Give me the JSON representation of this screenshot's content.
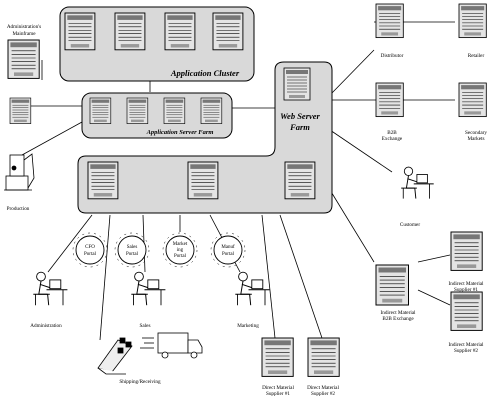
{
  "groups": {
    "app_cluster": "Application Cluster",
    "app_server_farm": "Application Server Farm",
    "web_server_farm_line1": "Web Server",
    "web_server_farm_line2": "Farm"
  },
  "nodes": {
    "admin_mainframe": [
      "Administration's",
      "Mainframe"
    ],
    "production": [
      "Production"
    ],
    "distributor": [
      "Distributor"
    ],
    "retailer": [
      "Retailer"
    ],
    "b2b_exchange": [
      "B2B",
      "Exchange"
    ],
    "secondary_markets": [
      "Secondary",
      "Markets"
    ],
    "customer": [
      "Customer"
    ],
    "indirect_supplier_1": [
      "Indirect Material",
      "Supplier #1"
    ],
    "indirect_b2b_exchange": [
      "Indirect Material",
      "B2B Exchange"
    ],
    "indirect_supplier_2": [
      "Indirect Material",
      "Supplier #2"
    ],
    "direct_supplier_1": [
      "Direct Material",
      "Supplier #1"
    ],
    "direct_supplier_2": [
      "Direct Material",
      "Supplier #2"
    ],
    "administration": [
      "Administration"
    ],
    "sales": [
      "Sales"
    ],
    "marketing": [
      "Marketing"
    ],
    "shipping_receiving": [
      "Shipping/Receiving"
    ]
  },
  "portals": {
    "cfo": [
      "CFO",
      "Portal"
    ],
    "sales": [
      "Sales",
      "Portal"
    ],
    "marketing": [
      "Market",
      "ing",
      "Portal"
    ],
    "manuf": [
      "Manuf",
      "Portal"
    ]
  },
  "colors": {
    "group_fill": "#d9d9d9",
    "server_fill": "#e4e4e4",
    "server_dark": "#555555",
    "line": "#000000"
  }
}
